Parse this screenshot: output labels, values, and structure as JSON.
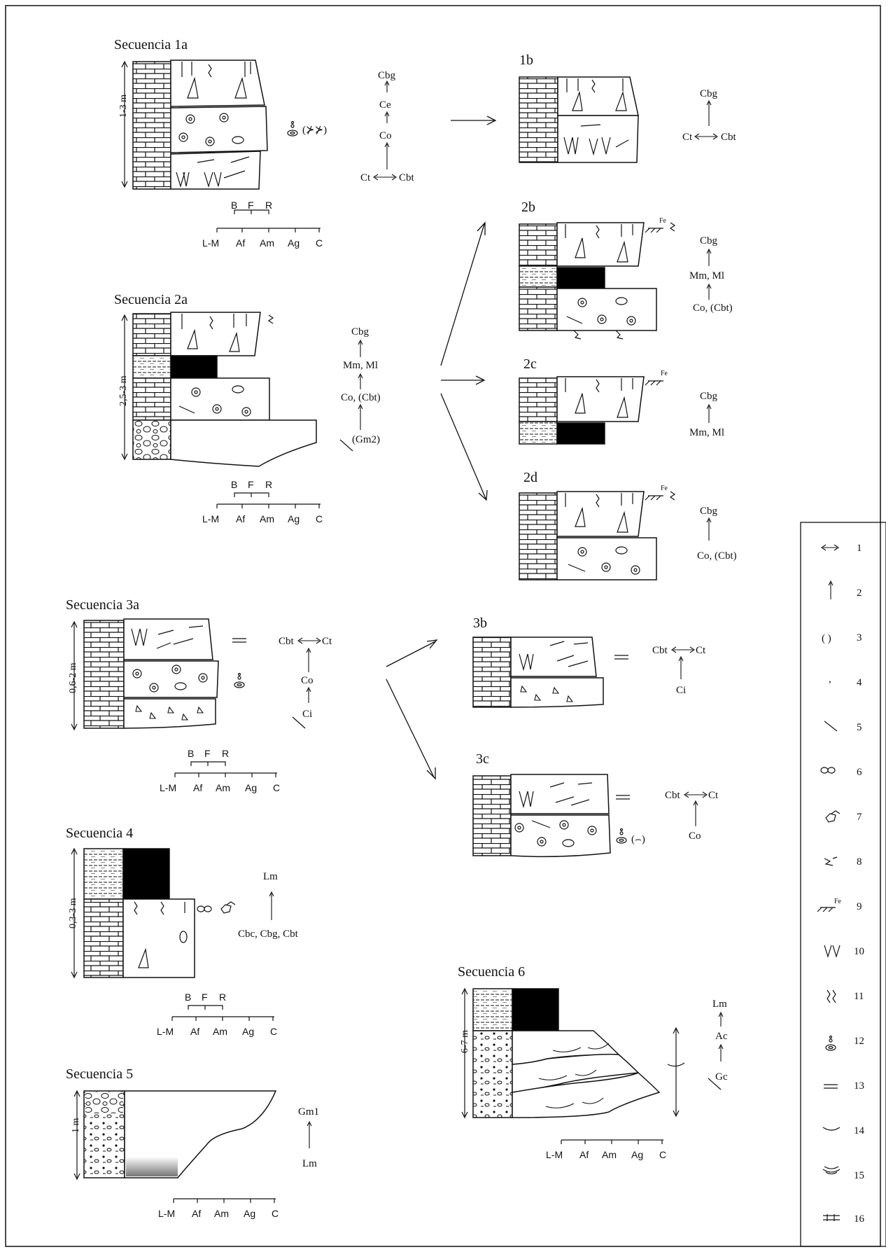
{
  "colors": {
    "ink": "#111111",
    "fill_black": "#000000",
    "paper": "#ffffff"
  },
  "sequences": {
    "s1a": {
      "title": "Secuencia 1a",
      "thickness": "1-3 m",
      "facies": [
        "Cbg",
        "Ce",
        "Co",
        "Ct",
        "Cbt"
      ],
      "side_mark": "(⊁⊁)"
    },
    "s1b": {
      "title": "1b",
      "facies": [
        "Cbg",
        "Ct",
        "Cbt"
      ]
    },
    "s2a": {
      "title": "Secuencia 2a",
      "thickness": "2,5-3 m",
      "facies": [
        "Cbg",
        "Mm, Ml",
        "Co, (Cbt)",
        "(Gm2)"
      ]
    },
    "s2b": {
      "title": "2b",
      "facies": [
        "Cbg",
        "Mm, Ml",
        "Co, (Cbt)"
      ],
      "fe": "Fe"
    },
    "s2c": {
      "title": "2c",
      "facies": [
        "Cbg",
        "Mm, Ml"
      ],
      "fe": "Fe"
    },
    "s2d": {
      "title": "2d",
      "facies": [
        "Cbg",
        "Co, (Cbt)"
      ],
      "fe": "Fe"
    },
    "s3a": {
      "title": "Secuencia 3a",
      "thickness": "0,6-2 m",
      "facies": [
        "Cbt",
        "Ct",
        "Co",
        "Ci"
      ]
    },
    "s3b": {
      "title": "3b",
      "facies": [
        "Cbt",
        "Ct",
        "Ci"
      ]
    },
    "s3c": {
      "title": "3c",
      "facies": [
        "Cbt",
        "Ct",
        "Co"
      ],
      "side_mark": "(⌢)"
    },
    "s4": {
      "title": "Secuencia 4",
      "thickness": "0,3-3 m",
      "facies": [
        "Lm",
        "Cbc, Cbg, Cbt"
      ]
    },
    "s5": {
      "title": "Secuencia 5",
      "thickness": "1 m",
      "facies": [
        "Gm1",
        "Lm"
      ]
    },
    "s6": {
      "title": "Secuencia 6",
      "thickness": "6-7 m",
      "facies": [
        "Lm",
        "Ac",
        "Gc"
      ]
    }
  },
  "axis": {
    "ticks": [
      "L-M",
      "Af",
      "Am",
      "Ag",
      "C"
    ],
    "sub_ticks": [
      "B",
      "F",
      "R"
    ]
  },
  "legend": {
    "items": [
      {
        "num": "1",
        "icon": "double-arrow"
      },
      {
        "num": "2",
        "icon": "up-arrow"
      },
      {
        "num": "3",
        "icon": "parentheses"
      },
      {
        "num": "4",
        "icon": "comma"
      },
      {
        "num": "5",
        "icon": "oblique-line"
      },
      {
        "num": "6",
        "icon": "chain-links"
      },
      {
        "num": "7",
        "icon": "pebble-cluster"
      },
      {
        "num": "8",
        "icon": "roots-burrow"
      },
      {
        "num": "9",
        "icon": "fe-crust"
      },
      {
        "num": "10",
        "icon": "vertical-burrows"
      },
      {
        "num": "11",
        "icon": "wavy-root-traces"
      },
      {
        "num": "12",
        "icon": "oncoid"
      },
      {
        "num": "13",
        "icon": "parallel-lamination"
      },
      {
        "num": "14",
        "icon": "cross-lamination"
      },
      {
        "num": "15",
        "icon": "concentric-arcs"
      },
      {
        "num": "16",
        "icon": "crossed-bars"
      }
    ],
    "labels": {
      "paren": "( )",
      "comma": ",",
      "fe": "Fe"
    }
  }
}
